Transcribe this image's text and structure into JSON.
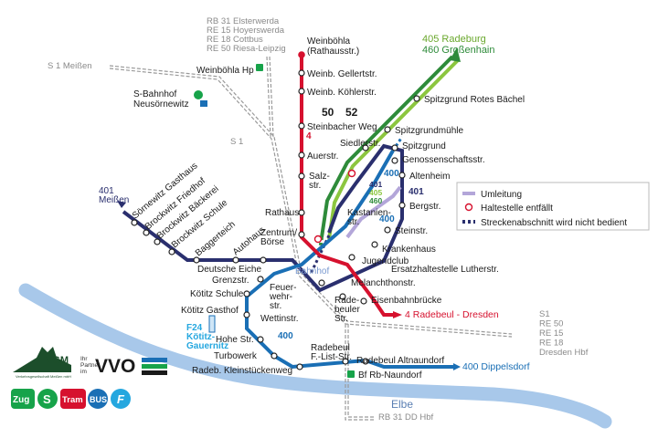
{
  "rail": {
    "nw_destination": "S 1 Meißen",
    "north_list": [
      "RB 31 Elsterwerda",
      "RE 15 Hoyerswerda",
      "RE 18 Cottbus",
      "RE 50 Riesa-Leipzig"
    ],
    "se_list": [
      "S1",
      "RE 50",
      "RE 15",
      "RE 18",
      "Dresden Hbf"
    ],
    "s_destination": "RB 31 DD Hbf",
    "s1_label": "S 1"
  },
  "tram_lines": {
    "line4": "4",
    "line50": "50",
    "line52": "52",
    "line4_end": "4 Radebeul - Dresden",
    "ne_dest_405": "405 Radeburg",
    "ne_dest_460": "460 Großenhain",
    "west_dest": "401\nMeißen",
    "east_dest": "400 Dippelsdorf",
    "badge_400a": "400",
    "badge_400b": "400",
    "badge_400c": "400",
    "badge_401": "401",
    "stack": [
      "401",
      "405",
      "460"
    ],
    "f24_label": "F24\nKötitz-\nGauernitz"
  },
  "stations": {
    "weinboehla": "Weinböhla\n(Rathausstr.)",
    "weinboehla_hp": "Weinböhla Hp",
    "neusoernewitz": "S-Bahnhof\nNeusörnewitz",
    "gellert": "Weinb. Gellertstr.",
    "koehler": "Weinb. Köhlerstr.",
    "steinbacher": "Steinbacher Weg",
    "auer": "Auerstr.",
    "salz": "Salz-\nstr.",
    "rathaus": "Rathaus",
    "zentrum": "Zentrum/\nBörse",
    "rote_baechel": "Spitzgrund Rotes Bächel",
    "spitzgrundmuehle": "Spitzgrundmühle",
    "siedlerstr": "Siedlerstr.",
    "spitzgrund": "Spitzgrund",
    "genossenschaft": "Genossenschaftsstr.",
    "altenheim": "Altenheim",
    "bergstr": "Bergstr.",
    "kastanienstr": "Kastanien-\nstr.",
    "steinstr": "Steinstr.",
    "krankenhaus": "Krankenhaus",
    "jugendclub": "Jugendclub",
    "ersatz": "Ersatzhaltestelle Lutherstr.",
    "melanchthon": "Melanchthonstr.",
    "bahnhof": "Bahnhof",
    "eisenbahn": "Eisenbahnbrücke",
    "radebeuler": "Rade-\nbeuler\nStr.",
    "gasthaus": "Sörnewitz Gasthaus",
    "friedhof": "Brockwitz Friedhof",
    "baeckerei": "Brockwitz Bäckerei",
    "schule": "Brockwitz Schule",
    "baggerteich": "Baggerteich",
    "autohaus": "Autohaus",
    "eiche": "Deutsche Eiche",
    "grenz": "Grenzstr.",
    "koetitz_schule": "Kötitz Schule",
    "feuerwehr": "Feuer-\nwehr-\nstr.",
    "koetitz_gasthof": "Kötitz Gasthof",
    "wettin": "Wettinstr.",
    "hohe": "Hohe Str.",
    "turbowerk": "Turbowerk",
    "kleinstuecken": "Radeb. Kleinstückenweg",
    "flist": "Radebeul\nF.-List-Str.",
    "altnaundorf": "Radebeul Altnaundorf",
    "naundorf": "Bf Rb-Naundorf"
  },
  "legend": {
    "umleitung": "Umleitung",
    "entfaellt": "Haltestelle entfällt",
    "nicht_bedient": "Streckenabschnitt wird nicht bedient"
  },
  "river": "Elbe",
  "logos": {
    "vgm": "VGM",
    "vgm_sub": "Verkehrsgesellschaft Meißen mbH",
    "partner": "Ihr\nPartner\nim",
    "vvo": "VVO",
    "modes": [
      "Zug",
      "S",
      "Tram",
      "BUS",
      "F"
    ]
  },
  "colors": {
    "tram_red": "#d6112e",
    "bus_blue": "#1a6fb5",
    "bus_dark": "#2a2f6e",
    "green_dark": "#2e8b3a",
    "green_light": "#8cc63f",
    "river": "#a8c8ea",
    "umleitung": "#b3a6d9",
    "rail_gray": "#9a9a9a",
    "s_green": "#17a34a"
  }
}
